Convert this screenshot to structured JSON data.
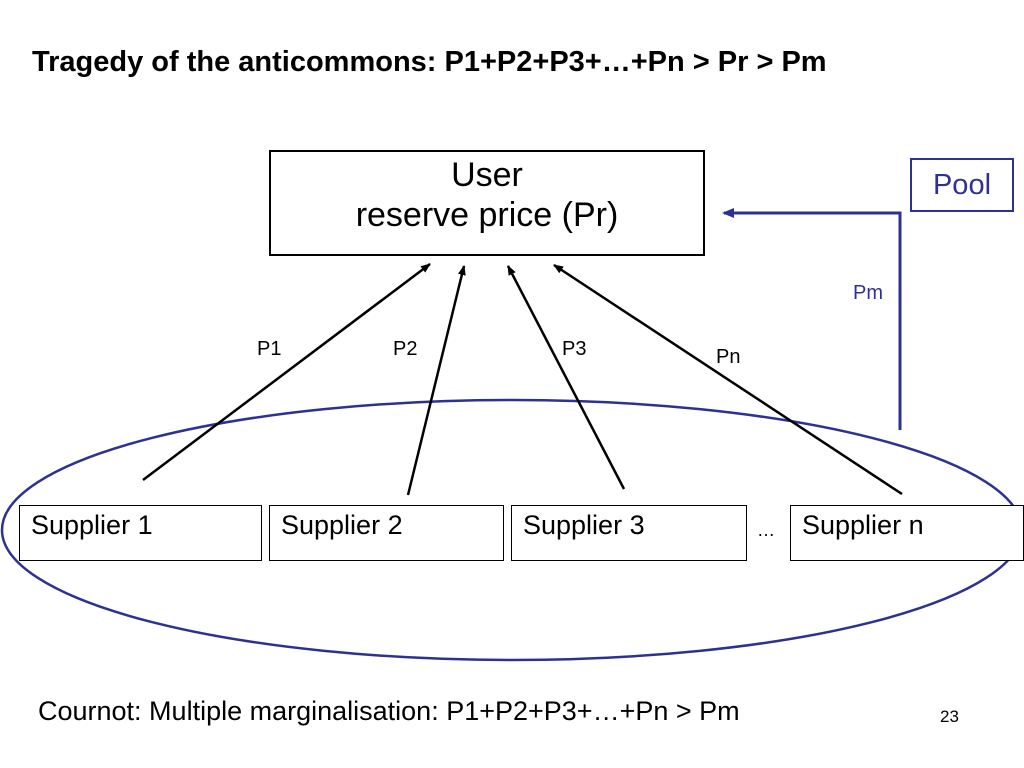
{
  "title": "Tragedy of the anticommons: P1+P2+P3+…+Pn > Pr > Pm",
  "user_box": {
    "line1": "User",
    "line2": "reserve price (Pr)"
  },
  "pool_label": "Pool",
  "pool_price_label": "Pm",
  "price_labels": [
    "P1",
    "P2",
    "P3",
    "Pn"
  ],
  "suppliers": [
    "Supplier 1",
    "Supplier 2",
    "Supplier 3",
    "Supplier n"
  ],
  "ellipsis": "…",
  "footer": "Cournot: Multiple marginalisation: P1+P2+P3+…+Pn > Pm",
  "page_number": "23",
  "colors": {
    "pool_blue": "#2e3192",
    "arrow": "#000000"
  }
}
